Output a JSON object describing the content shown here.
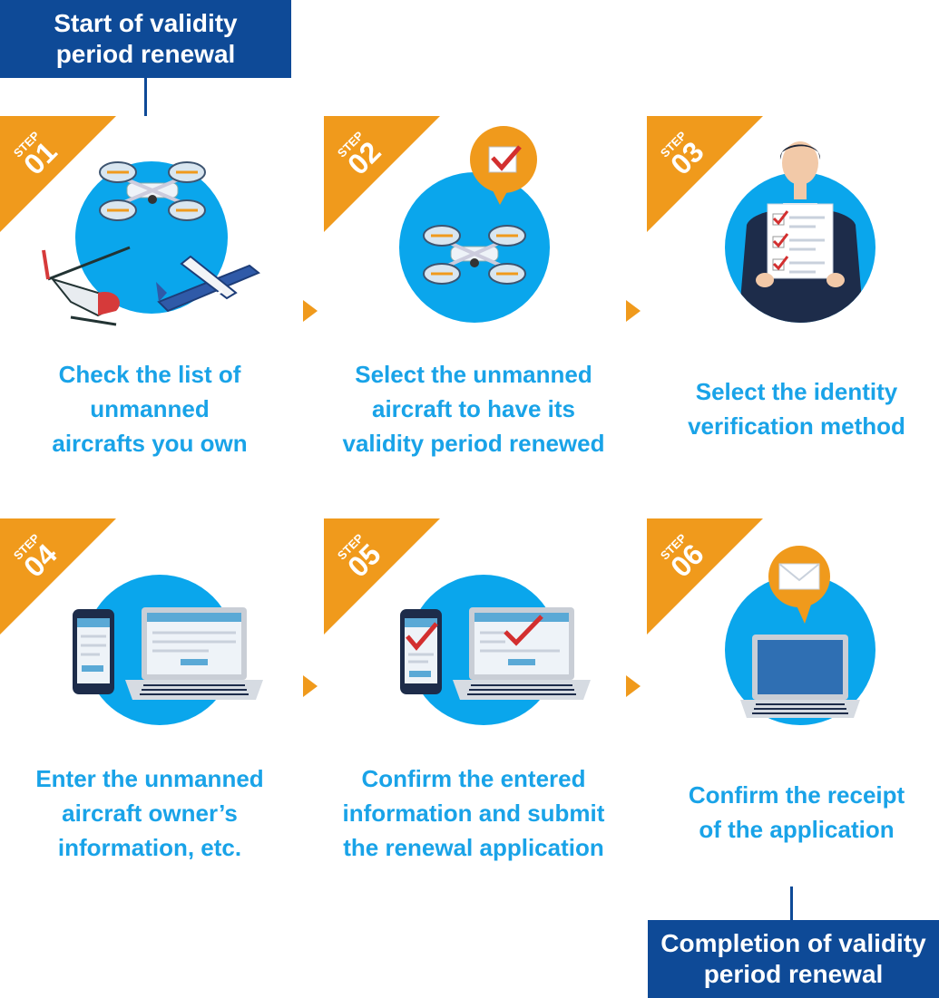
{
  "start_box": {
    "line1": "Start of validity",
    "line2": "period renewal"
  },
  "end_box": {
    "line1": "Completion of validity",
    "line2": "period renewal"
  },
  "ribbon_word": "STEP",
  "steps": [
    {
      "number": "01",
      "caption": [
        "Check the list of",
        "unmanned",
        "aircrafts you own"
      ],
      "icon": "drone-helicopter-airplane-icon"
    },
    {
      "number": "02",
      "caption": [
        "Select the unmanned",
        "aircraft to have its",
        "validity period renewed"
      ],
      "icon": "drone-checkmark-icon"
    },
    {
      "number": "03",
      "caption": [
        "Select the identity",
        "verification method"
      ],
      "icon": "person-checklist-icon"
    },
    {
      "number": "04",
      "caption": [
        "Enter the unmanned",
        "aircraft owner’s",
        "information, etc."
      ],
      "icon": "phone-laptop-form-icon"
    },
    {
      "number": "05",
      "caption": [
        "Confirm the entered",
        "information and submit",
        "the renewal application"
      ],
      "icon": "phone-laptop-check-icon"
    },
    {
      "number": "06",
      "caption": [
        "Confirm the receipt",
        "of the application"
      ],
      "icon": "laptop-mail-icon"
    }
  ],
  "colors": {
    "navy": "#0e4a97",
    "orange": "#f09a1c",
    "blue": "#0aa6ec",
    "text_blue": "#19a3e8"
  }
}
